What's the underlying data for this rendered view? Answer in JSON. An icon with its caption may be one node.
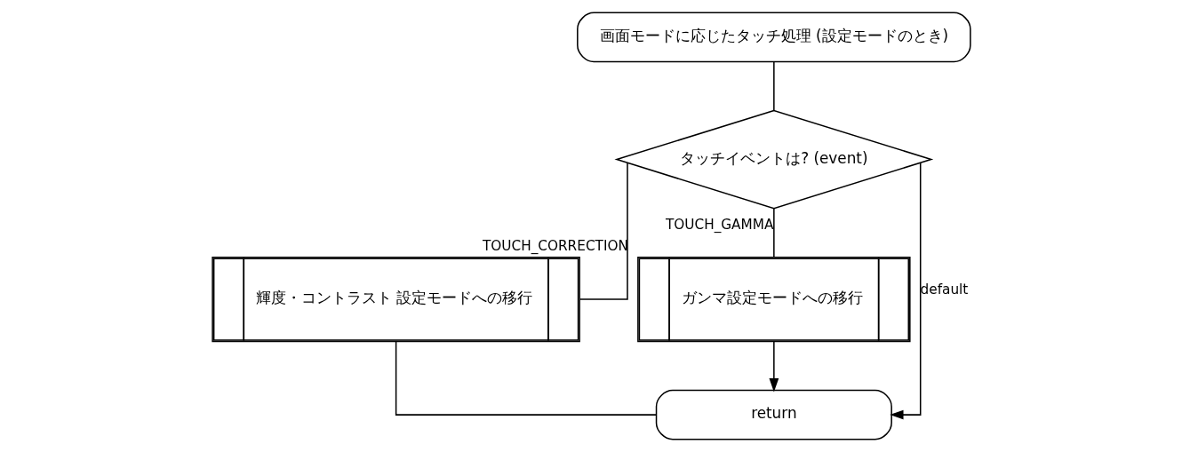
{
  "diagram": {
    "nodes": [
      {
        "text": [
          "画面モードに応じたタッチ処理 (設定モードのとき)"
        ]
      },
      {
        "text": [
          "タッチイベントは? (event)"
        ]
      },
      {
        "text": [
          "輝度・コントラスト 設定モードへの移行"
        ]
      },
      {
        "text": [
          "ガンマ設定モードへの移行"
        ]
      },
      {
        "text": [
          "return"
        ]
      }
    ],
    "edges": [
      {
        "from": 0,
        "to": 1,
        "arrow": "none"
      },
      {
        "from": 1,
        "to": 2,
        "arrow": "none",
        "label": "TOUCH_CORRECTION"
      },
      {
        "from": 1,
        "to": 3,
        "arrow": "none",
        "label": "TOUCH_GAMMA"
      },
      {
        "from": 1,
        "to": 4,
        "arrow": "to",
        "label": "default"
      },
      {
        "from": 2,
        "to": 4,
        "arrow": "none"
      },
      {
        "from": 3,
        "to": 4,
        "arrow": "to"
      }
    ]
  }
}
